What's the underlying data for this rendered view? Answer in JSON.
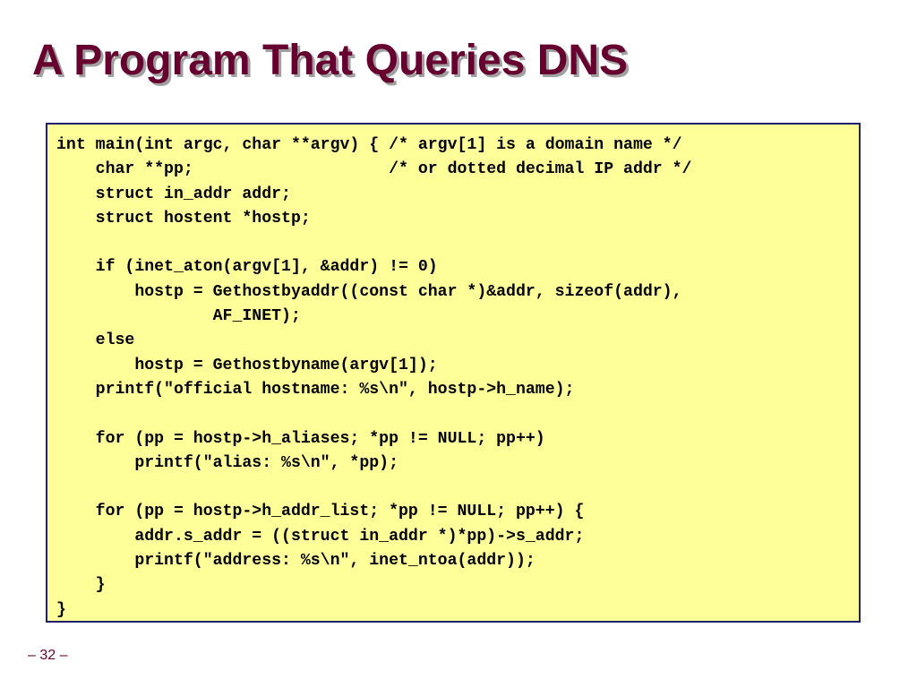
{
  "slide": {
    "title": "A Program That Queries DNS",
    "page_number": "– 32 –",
    "code_lines": [
      "int main(int argc, char **argv) { /* argv[1] is a domain name */",
      "    char **pp;                    /* or dotted decimal IP addr */",
      "    struct in_addr addr;",
      "    struct hostent *hostp;",
      "",
      "    if (inet_aton(argv[1], &addr) != 0)",
      "        hostp = Gethostbyaddr((const char *)&addr, sizeof(addr),",
      "                AF_INET);",
      "    else",
      "        hostp = Gethostbyname(argv[1]);",
      "    printf(\"official hostname: %s\\n\", hostp->h_name);",
      "",
      "    for (pp = hostp->h_aliases; *pp != NULL; pp++)",
      "        printf(\"alias: %s\\n\", *pp);",
      "",
      "    for (pp = hostp->h_addr_list; *pp != NULL; pp++) {",
      "        addr.s_addr = ((struct in_addr *)*pp)->s_addr;",
      "        printf(\"address: %s\\n\", inet_ntoa(addr));",
      "    }",
      "}"
    ]
  },
  "colors": {
    "title": "#66002e",
    "title_shadow": "#a0a0a0",
    "code_background": "#ffff99",
    "code_border": "#1f1f6b"
  }
}
